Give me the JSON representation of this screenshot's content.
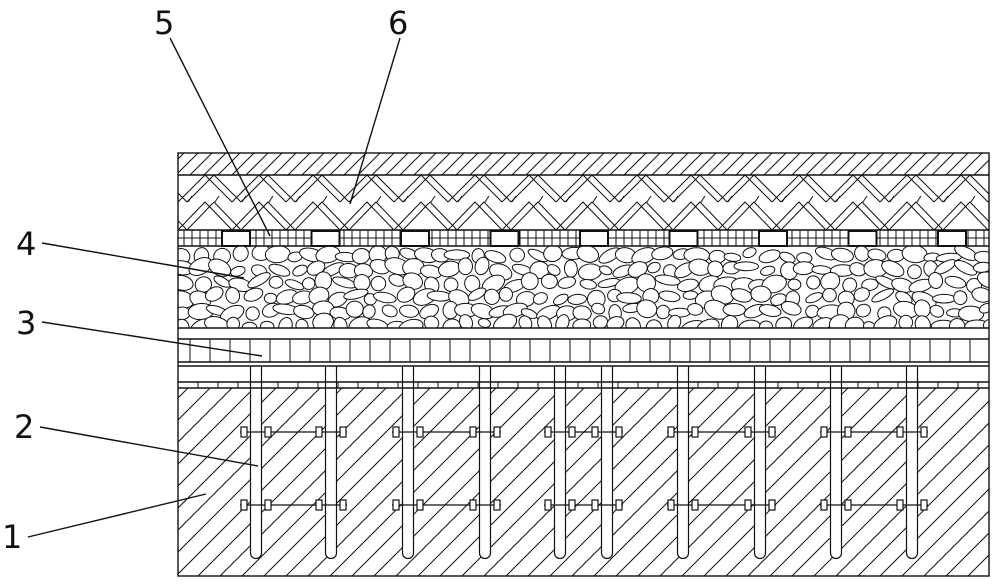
{
  "figure": {
    "callouts": [
      {
        "id": "1",
        "label": "1"
      },
      {
        "id": "2",
        "label": "2"
      },
      {
        "id": "3",
        "label": "3"
      },
      {
        "id": "4",
        "label": "4"
      },
      {
        "id": "5",
        "label": "5"
      },
      {
        "id": "6",
        "label": "6"
      }
    ],
    "colors": {
      "stroke": "#111111",
      "background": "#ffffff"
    }
  }
}
